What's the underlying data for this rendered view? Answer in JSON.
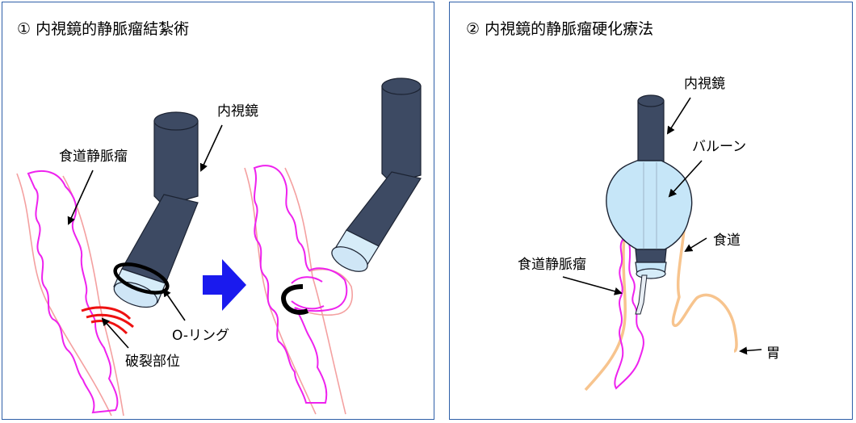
{
  "panels": [
    {
      "title": "① 内視鏡的静脈瘤結紮術",
      "labels": {
        "endoscope": "内視鏡",
        "varices": "食道静脈瘤",
        "o_ring": "O-リング",
        "rupture_site": "破裂部位"
      }
    },
    {
      "title": "② 内視鏡的静脈瘤硬化療法",
      "labels": {
        "endoscope": "内視鏡",
        "balloon": "バルーン",
        "esophagus": "食道",
        "varices": "食道静脈瘤",
        "stomach": "胃"
      }
    }
  ],
  "colors": {
    "border": "#2e5fa8",
    "endoscope": "#3d4a63",
    "varix": "#ee22ee",
    "esophagus_wall": "#f4a0a0",
    "rupture": "#ee1111",
    "arrow": "#1a1aee",
    "balloon": "#c6e6f8",
    "stomach_wall": "#f7c48e"
  }
}
